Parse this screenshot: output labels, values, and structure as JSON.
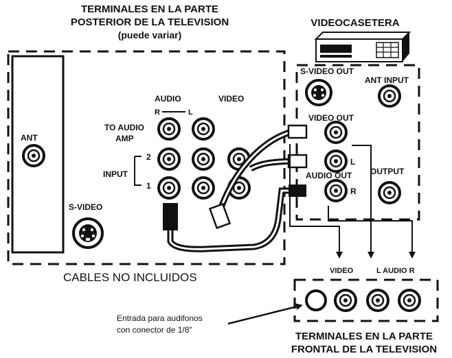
{
  "tv_rear": {
    "title_line1": "TERMINALES EN LA PARTE",
    "title_line2": "POSTERIOR DE LA TELEVISION",
    "title_line3": "(puede variar)",
    "ant": "ANT",
    "audio": "AUDIO",
    "video": "VIDEO",
    "r": "R",
    "l": "L",
    "to_audio_amp_1": "TO AUDIO",
    "to_audio_amp_2": "AMP",
    "input": "INPUT",
    "input_2": "2",
    "input_1": "1",
    "s_video": "S-VIDEO"
  },
  "vcr": {
    "title": "VIDEOCASETERA",
    "s_video_out": "S-VIDEO OUT",
    "ant_input": "ANT INPUT",
    "video_out": "VIDEO OUT",
    "audio_out": "AUDIO OUT",
    "l": "L",
    "r": "R",
    "output": "OUTPUT"
  },
  "cables_note": "CABLES NO INCLUIDOS",
  "tv_front": {
    "video": "VIDEO",
    "l_audio_r": "L AUDIO R",
    "headphone_note_1": "Entrada para audifonos",
    "headphone_note_2": "con conector de 1/8\"",
    "title_line1": "TERMINALES EN LA PARTE",
    "title_line2": "FRONTAL DE LA TELEVISION"
  }
}
